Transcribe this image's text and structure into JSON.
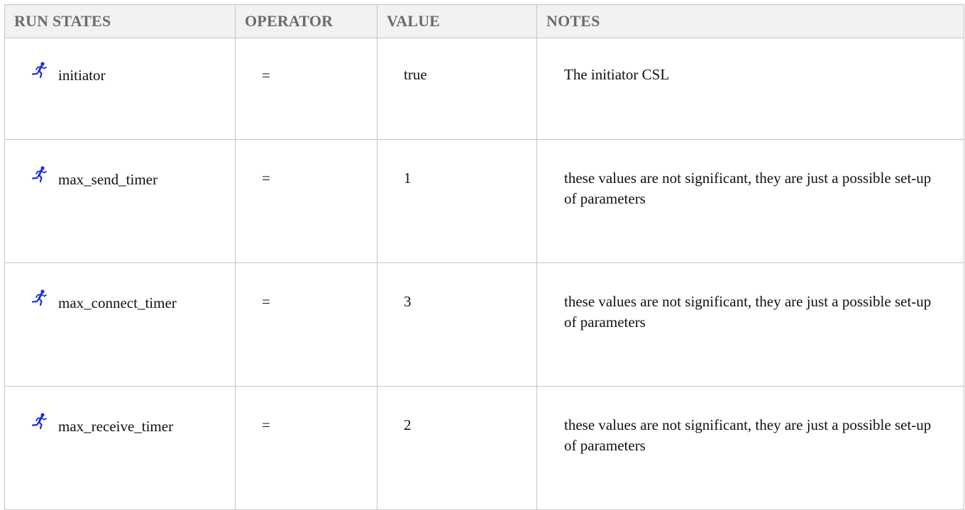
{
  "table": {
    "headers": {
      "run_states": "RUN STATES",
      "operator": "OPERATOR",
      "value": "VALUE",
      "notes": "NOTES"
    },
    "rows": [
      {
        "icon": "running-person-icon",
        "state": "initiator",
        "operator": "=",
        "value": "true",
        "notes": "The initiator CSL"
      },
      {
        "icon": "running-person-icon",
        "state": "max_send_timer",
        "operator": "=",
        "value": "1",
        "notes": "these values are not significant, they are just a possible set-up of parameters"
      },
      {
        "icon": "running-person-icon",
        "state": "max_connect_timer",
        "operator": "=",
        "value": "3",
        "notes": "these values are not significant, they are just a possible set-up of parameters"
      },
      {
        "icon": "running-person-icon",
        "state": "max_receive_timer",
        "operator": "=",
        "value": "2",
        "notes": "these values are not significant, they are just a possible set-up of parameters"
      }
    ]
  },
  "colors": {
    "header_bg": "#f2f2f2",
    "header_text": "#6b6b6b",
    "border": "#c4c4c4",
    "icon": "#1a2fd6"
  }
}
